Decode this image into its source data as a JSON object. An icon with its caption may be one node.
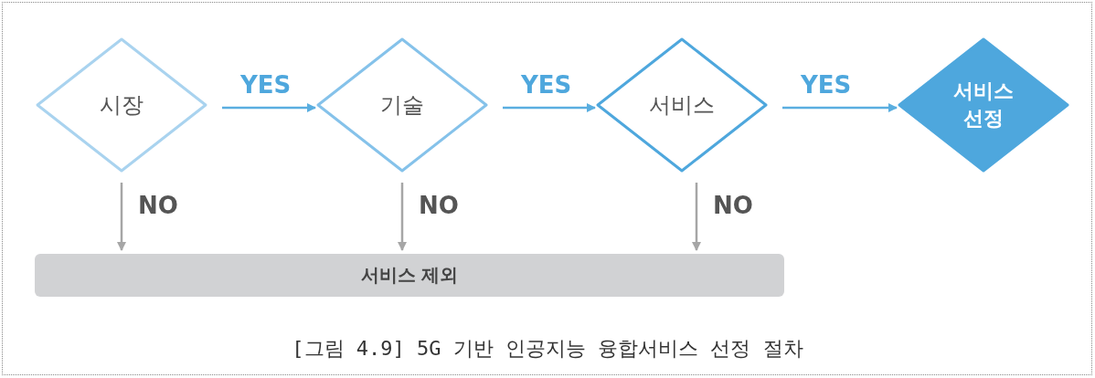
{
  "diagram": {
    "caption": "[그림 4.9] 5G 기반 인공지능 융합서비스 선정 절차",
    "nodes": [
      {
        "text": [
          "시장"
        ]
      },
      {
        "text": [
          "기술"
        ]
      },
      {
        "text": [
          "서비스"
        ]
      },
      {
        "text": [
          "서비스 선정"
        ]
      },
      {
        "text": [
          "서비스 제외"
        ]
      }
    ],
    "edges": [
      {
        "from": 0,
        "to": 1,
        "arrow": "to",
        "label": "YES",
        "color": "#5aaee0"
      },
      {
        "from": 1,
        "to": 2,
        "arrow": "to",
        "label": "YES",
        "color": "#5aaee0"
      },
      {
        "from": 2,
        "to": 3,
        "arrow": "to",
        "label": "YES",
        "color": "#5aaee0"
      },
      {
        "from": 0,
        "to": 4,
        "arrow": "to",
        "label": "NO",
        "color": "#a6a6a6"
      },
      {
        "from": 1,
        "to": 4,
        "arrow": "to",
        "label": "NO",
        "color": "#a6a6a6"
      },
      {
        "from": 2,
        "to": 4,
        "arrow": "to",
        "label": "NO",
        "color": "#a6a6a6"
      }
    ]
  }
}
